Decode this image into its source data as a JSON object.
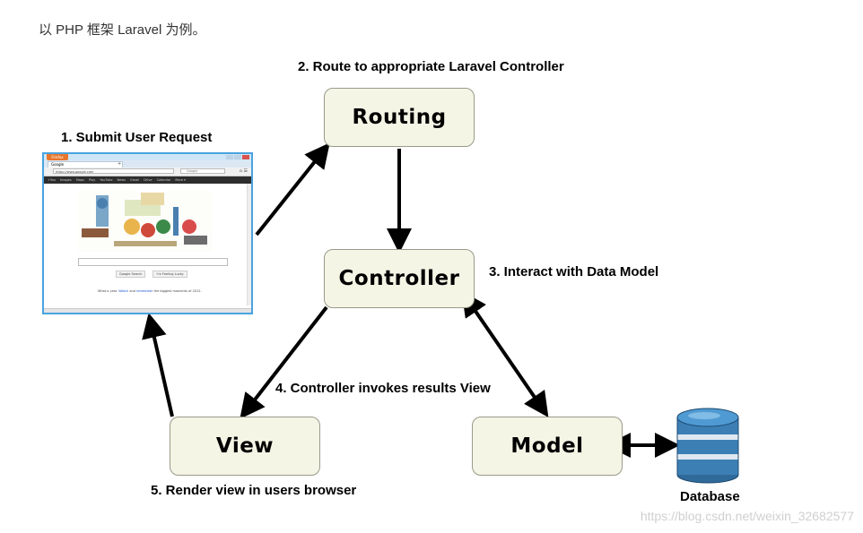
{
  "intro_text": "以 PHP 框架 Laravel 为例。",
  "steps": {
    "submit": "1. Submit User Request",
    "route": "2. Route to appropriate Laravel Controller",
    "interact": "3. Interact with Data Model",
    "invoke": "4. Controller invokes results View",
    "render": "5. Render view in users browser"
  },
  "nodes": {
    "routing": "Routing",
    "controller": "Controller",
    "view": "View",
    "model": "Model",
    "database": "Database"
  },
  "browser": {
    "badge": "Firefox",
    "tab_title": "Google",
    "url": "https://www.google.com",
    "search_placeholder": "Google",
    "nav_items": [
      "+You",
      "Images",
      "Maps",
      "Play",
      "YouTube",
      "News",
      "Gmail",
      "Drive",
      "Calendar",
      "More ▾"
    ],
    "search_button": "Google Search",
    "lucky_button": "I'm Feeling Lucky",
    "footer_prefix": "What a year.",
    "footer_link1": "Watch",
    "footer_and": "and",
    "footer_link2": "remember",
    "footer_suffix": "the biggest moments of 2012."
  },
  "watermark": "https://blog.csdn.net/weixin_32682577",
  "colors": {
    "box_fill": "#f5f5e6",
    "box_border": "#9a9a8a",
    "browser_border": "#4aa3df",
    "db_blue": "#3c7fb5"
  }
}
